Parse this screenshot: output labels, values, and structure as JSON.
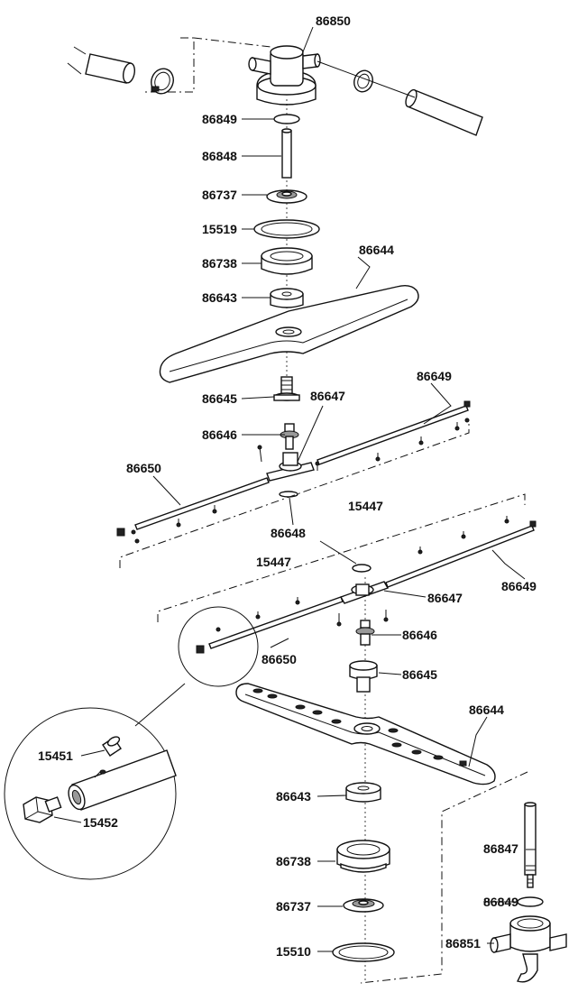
{
  "labels": {
    "p86850": "86850",
    "p86849_top": "86849",
    "p86848": "86848",
    "p86737_top": "86737",
    "p15519": "15519",
    "p86738_top": "86738",
    "p86644_top": "86644",
    "p86643_top": "86643",
    "p86645_top": "86645",
    "p86647_top": "86647",
    "p86649_top": "86649",
    "p86646_top": "86646",
    "p86650_top": "86650",
    "p15447_top": "15447",
    "p86648": "86648",
    "p15447_bot": "15447",
    "p86649_bot": "86649",
    "p86647_bot": "86647",
    "p86646_bot": "86646",
    "p86650_bot": "86650",
    "p86645_bot": "86645",
    "p86644_bot": "86644",
    "p15451": "15451",
    "p15452": "15452",
    "p86643_bot": "86643",
    "p86847": "86847",
    "p86738_bot": "86738",
    "p86849_bot": "86849",
    "p86737_bot": "86737",
    "p86851": "86851",
    "p15510": "15510"
  }
}
